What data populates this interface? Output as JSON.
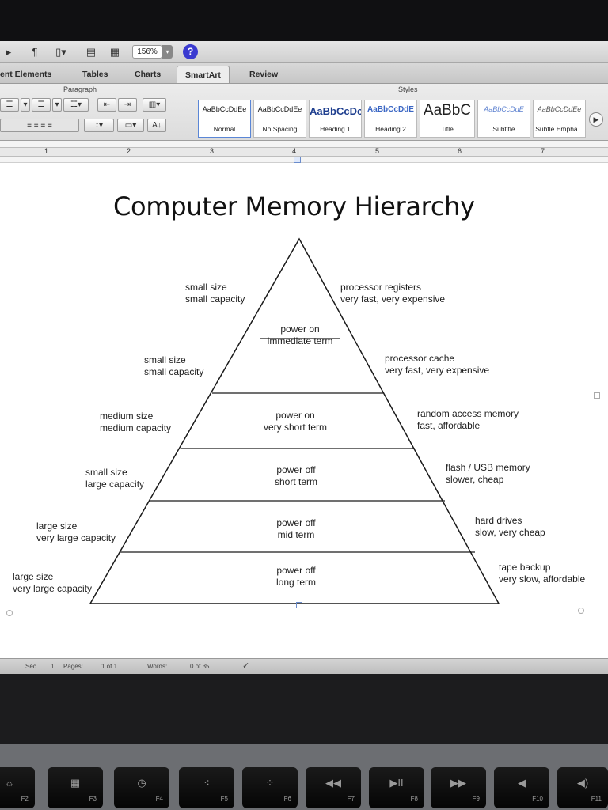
{
  "toolbar": {
    "zoom": "156%",
    "help_label": "?",
    "pilcrow": "¶"
  },
  "ribbon_tabs": [
    "ent Elements",
    "Tables",
    "Charts",
    "SmartArt",
    "Review"
  ],
  "ribbon": {
    "paragraph_label": "Paragraph",
    "styles_label": "Styles",
    "styles": [
      {
        "sample": "AaBbCcDdEe",
        "name": "Normal"
      },
      {
        "sample": "AaBbCcDdEe",
        "name": "No Spacing"
      },
      {
        "sample": "AaBbCcDc",
        "name": "Heading 1"
      },
      {
        "sample": "AaBbCcDdE",
        "name": "Heading 2"
      },
      {
        "sample": "AaBbC",
        "name": "Title"
      },
      {
        "sample": "AaBbCcDdE",
        "name": "Subtitle"
      },
      {
        "sample": "AaBbCcDdEe",
        "name": "Subtle Empha..."
      }
    ]
  },
  "ruler": {
    "numbers": [
      "1",
      "2",
      "3",
      "4",
      "5",
      "6",
      "7"
    ]
  },
  "document": {
    "title": "Computer Memory Hierarchy",
    "levels": [
      {
        "left": "small size\nsmall capacity",
        "center": "power on\nimmediate term",
        "right": "processor registers\nvery fast, very expensive"
      },
      {
        "left": "small size\nsmall capacity",
        "center": "",
        "right": "processor cache\nvery fast, very expensive"
      },
      {
        "left": "medium size\nmedium capacity",
        "center": "power on\nvery short term",
        "right": "random access memory\nfast, affordable"
      },
      {
        "left": "small size\nlarge capacity",
        "center": "power off\nshort term",
        "right": "flash / USB memory\nslower, cheap"
      },
      {
        "left": "large size\nvery large capacity",
        "center": "power off\nmid term",
        "right": "hard drives\nslow, very cheap"
      },
      {
        "left": "large size\nvery large capacity",
        "center": "power off\nlong term",
        "right": "tape backup\nvery slow, affordable"
      }
    ]
  },
  "status_bar": {
    "sec": "Sec",
    "sec_value": "1",
    "pages_label": "Pages:",
    "pages_value": "1 of 1",
    "words_label": "Words:",
    "words_value": "0 of 35"
  },
  "keyboard": {
    "keys": [
      {
        "sym": "☼",
        "f": "F2"
      },
      {
        "sym": "▦",
        "f": "F3"
      },
      {
        "sym": "◷",
        "f": "F4"
      },
      {
        "sym": "⁖",
        "f": "F5"
      },
      {
        "sym": "⁘",
        "f": "F6"
      },
      {
        "sym": "◀◀",
        "f": "F7"
      },
      {
        "sym": "▶II",
        "f": "F8"
      },
      {
        "sym": "▶▶",
        "f": "F9"
      },
      {
        "sym": "◀",
        "f": "F10"
      },
      {
        "sym": "◀)",
        "f": "F11"
      }
    ]
  }
}
